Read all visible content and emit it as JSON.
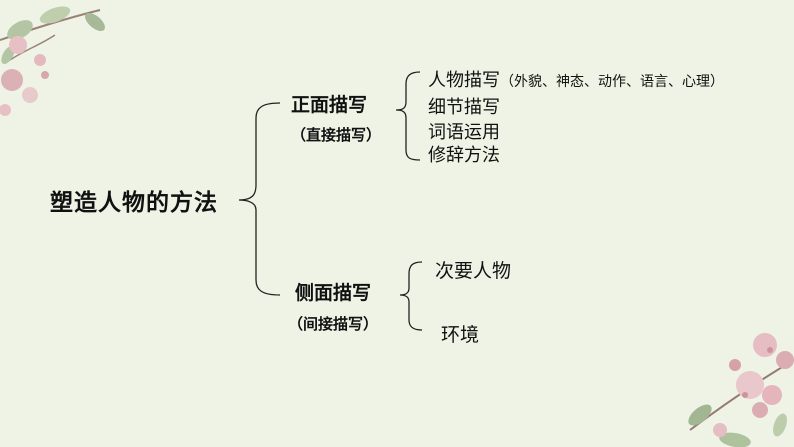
{
  "diagram": {
    "root": "塑造人物的方法",
    "branches": [
      {
        "label": "正面描写",
        "sublabel": "（直接描写）",
        "leaves": [
          {
            "main": "人物描写",
            "detail": "（外貌、神态、动作、语言、心理）"
          },
          {
            "main": "细节描写"
          },
          {
            "main": "词语运用"
          },
          {
            "main": "修辞方法"
          }
        ]
      },
      {
        "label": "侧面描写",
        "sublabel": "（间接描写）",
        "leaves": [
          {
            "main": "次要人物"
          },
          {
            "main": "环境"
          }
        ]
      }
    ]
  },
  "colors": {
    "background": "#eef3e6",
    "lines": "#222222",
    "petals": "#d9a6ad",
    "leaves": "#9bb08a"
  },
  "decorations": [
    "floral-corner-top-left",
    "floral-corner-bottom-right"
  ]
}
